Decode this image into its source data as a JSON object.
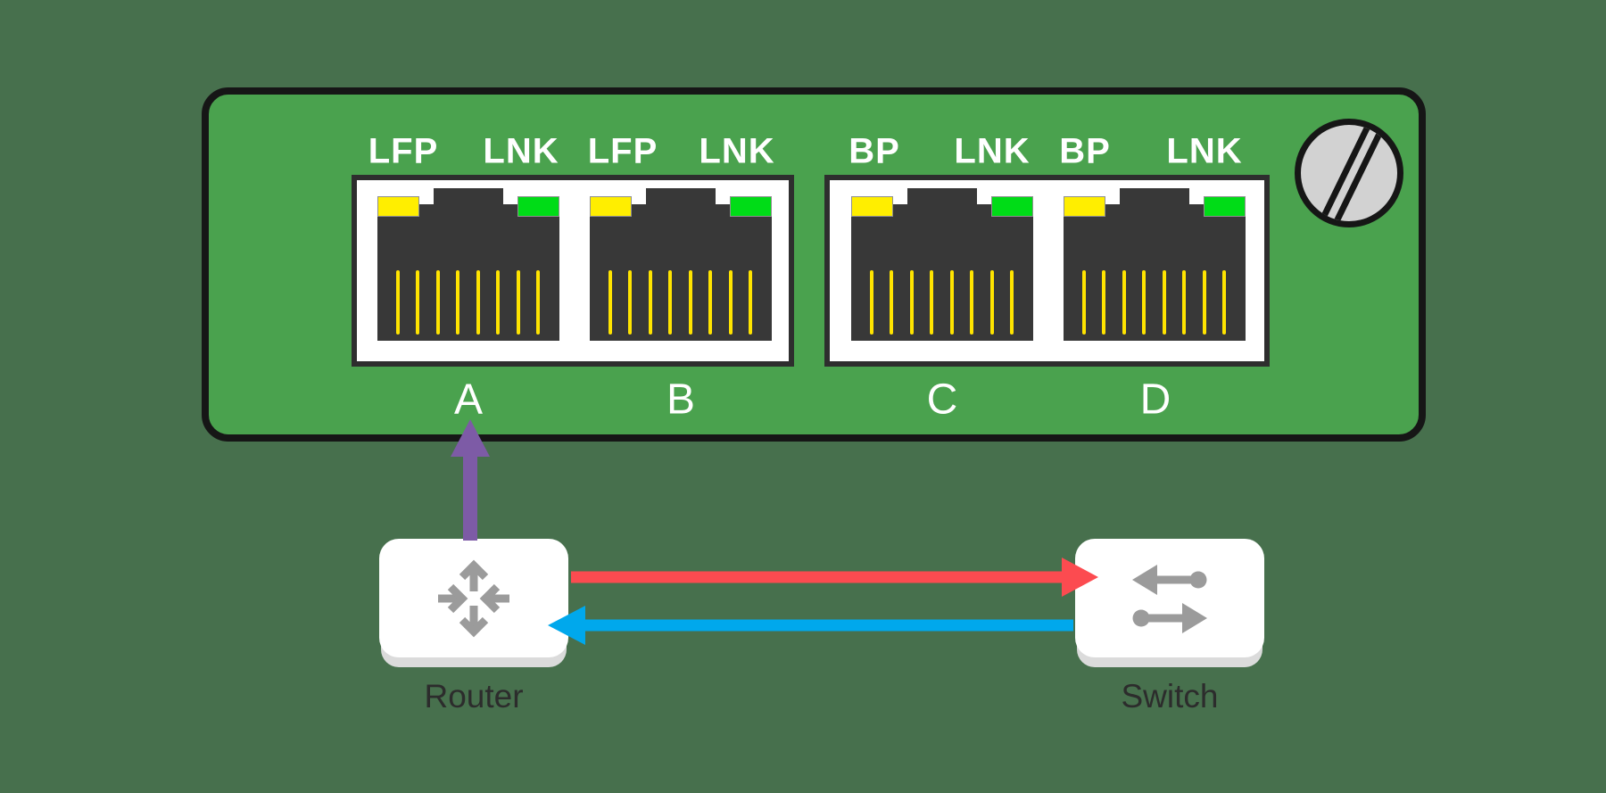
{
  "colors": {
    "bg": "#47704d",
    "panel": "#4aa24e",
    "outline": "#161616",
    "plate_border": "#2e2e2e",
    "jack": "#383838",
    "led_yellow": "#ffee00",
    "led_green": "#00dc17",
    "pin": "#ffe400",
    "screw": "#d2d2d2",
    "glyph": "#9b9b9b",
    "label": "#2c2c2c",
    "arrow_purple": "#7d5ba6",
    "arrow_red": "#fc4b50",
    "arrow_blue": "#00a8ec"
  },
  "panel": {
    "ports": [
      {
        "letter": "A",
        "led_labels": [
          "LFP",
          "LNK"
        ],
        "leds": [
          "yellow",
          "green"
        ]
      },
      {
        "letter": "B",
        "led_labels": [
          "LFP",
          "LNK"
        ],
        "leds": [
          "yellow",
          "green"
        ]
      },
      {
        "letter": "C",
        "led_labels": [
          "BP",
          "LNK"
        ],
        "leds": [
          "yellow",
          "green"
        ]
      },
      {
        "letter": "D",
        "led_labels": [
          "BP",
          "LNK"
        ],
        "leds": [
          "yellow",
          "green"
        ]
      }
    ]
  },
  "nodes": {
    "router": {
      "label": "Router"
    },
    "switch": {
      "label": "Switch"
    }
  },
  "arrows": [
    {
      "name": "router-to-port-a",
      "color": "arrow_purple",
      "direction": "up"
    },
    {
      "name": "router-to-switch",
      "color": "arrow_red",
      "direction": "right"
    },
    {
      "name": "switch-to-router",
      "color": "arrow_blue",
      "direction": "left"
    }
  ]
}
